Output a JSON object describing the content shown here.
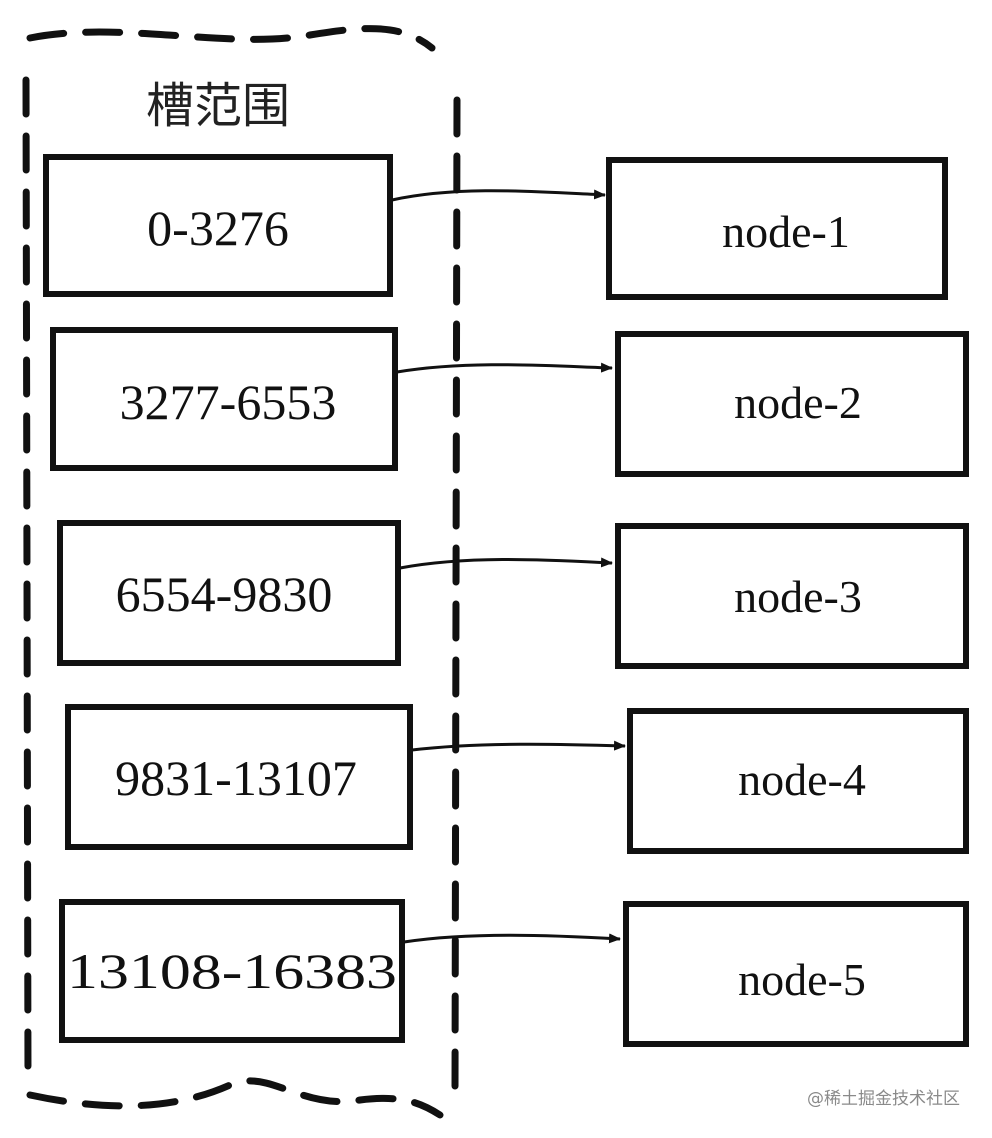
{
  "diagram": {
    "group_label": "槽范围",
    "slot_ranges": [
      "0-3276",
      "3277-6553",
      "6554-9830",
      "9831-13107",
      "13108-16383"
    ],
    "nodes": [
      "node-1",
      "node-2",
      "node-3",
      "node-4",
      "node-5"
    ]
  },
  "watermark": "@稀土掘金技术社区"
}
